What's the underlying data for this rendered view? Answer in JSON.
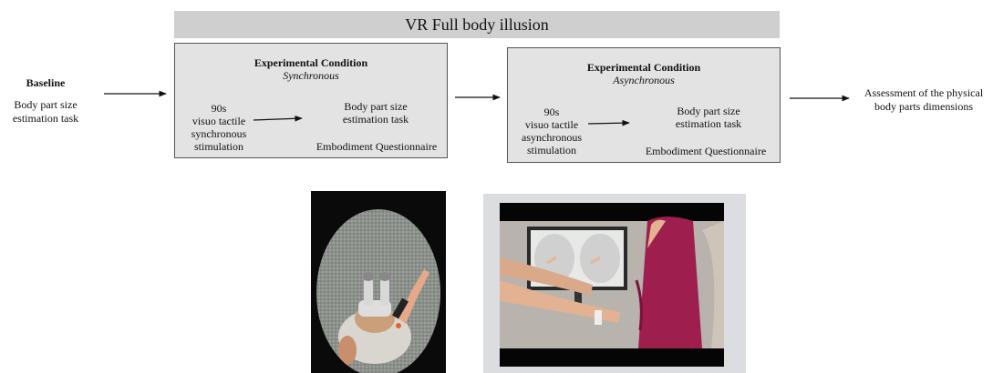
{
  "banner": {
    "title": "VR Full body illusion"
  },
  "baseline": {
    "title": "Baseline",
    "task_line1": "Body part size",
    "task_line2": "estimation task"
  },
  "synchronous": {
    "title": "Experimental Condition",
    "subtitle": "Synchronous",
    "stim_line1": "90s",
    "stim_line2": "visuo tactile",
    "stim_line3": "synchronous",
    "stim_line4": "stimulation",
    "task_line1": "Body part size",
    "task_line2": "estimation task",
    "questionnaire": "Embodiment Questionnaire"
  },
  "asynchronous": {
    "title": "Experimental Condition",
    "subtitle": "Asynchronous",
    "stim_line1": "90s",
    "stim_line2": "visuo tactile",
    "stim_line3": "asynchronous",
    "stim_line4": "stimulation",
    "task_line1": "Body part size",
    "task_line2": "estimation task",
    "questionnaire": "Embodiment Questionnaire"
  },
  "final": {
    "line1": "Assessment of the physical",
    "line2": "body parts dimensions"
  },
  "colors": {
    "banner_bg": "#cfcfcf",
    "box_bg": "#e3e3e3",
    "shirt": "#9e1e4e",
    "skin": "#e9b58f"
  },
  "images": [
    {
      "name": "vr-headset-view",
      "kind": "photo"
    },
    {
      "name": "experimenter-stimulation-photo",
      "kind": "photo"
    }
  ]
}
